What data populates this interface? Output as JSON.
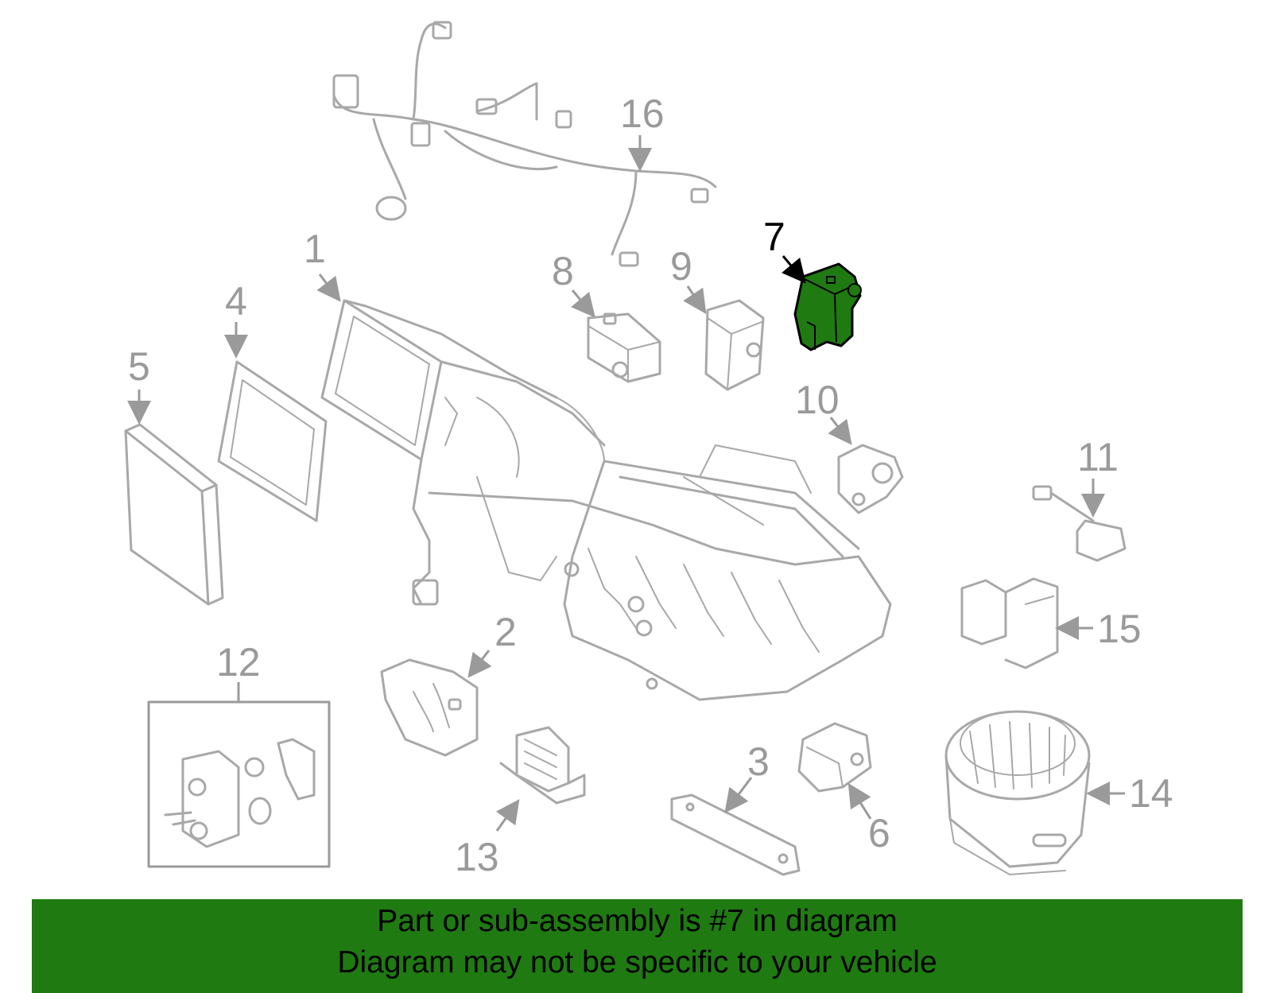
{
  "diagram": {
    "highlight_color": "#1f7a12",
    "part_color": "#a8a8a8",
    "highlighted_part": "7",
    "labels": [
      "1",
      "2",
      "3",
      "4",
      "5",
      "6",
      "7",
      "8",
      "9",
      "10",
      "11",
      "12",
      "13",
      "14",
      "15",
      "16"
    ]
  },
  "banner": {
    "line1": "Part or sub-assembly is #7 in diagram",
    "line2": "Diagram may not be specific to your vehicle",
    "background": "#1f7a12"
  }
}
